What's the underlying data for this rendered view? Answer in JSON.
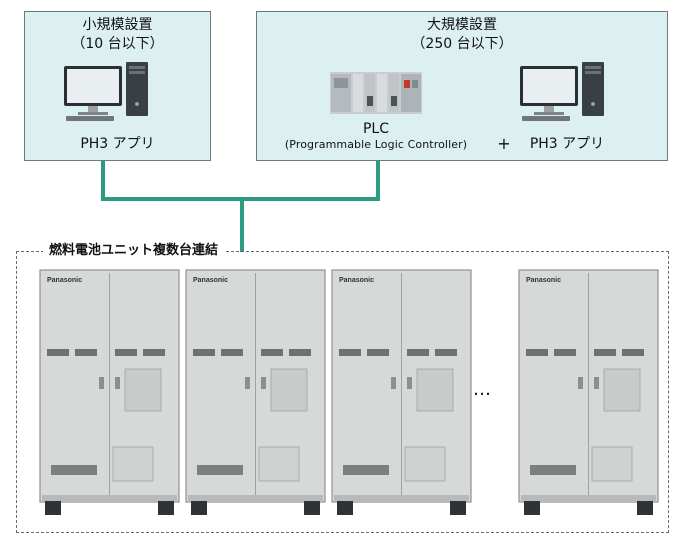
{
  "small_setup": {
    "title": "小規模設置",
    "subtitle": "（10 台以下）",
    "app_label": "PH3 アプリ"
  },
  "large_setup": {
    "title": "大規模設置",
    "subtitle": "（250 台以下）",
    "plc_label": "PLC",
    "plc_full": "(Programmable Logic Controller)",
    "plus": "+",
    "app_label": "PH3 アプリ"
  },
  "fuel_cells": {
    "title": "燃料電池ユニット複数台連結",
    "brand": "Panasonic",
    "ellipsis": "…"
  },
  "colors": {
    "cable": "#2b9b83",
    "panel_fill": "#dcf0f2",
    "cabinet": "#d7d9d8"
  }
}
